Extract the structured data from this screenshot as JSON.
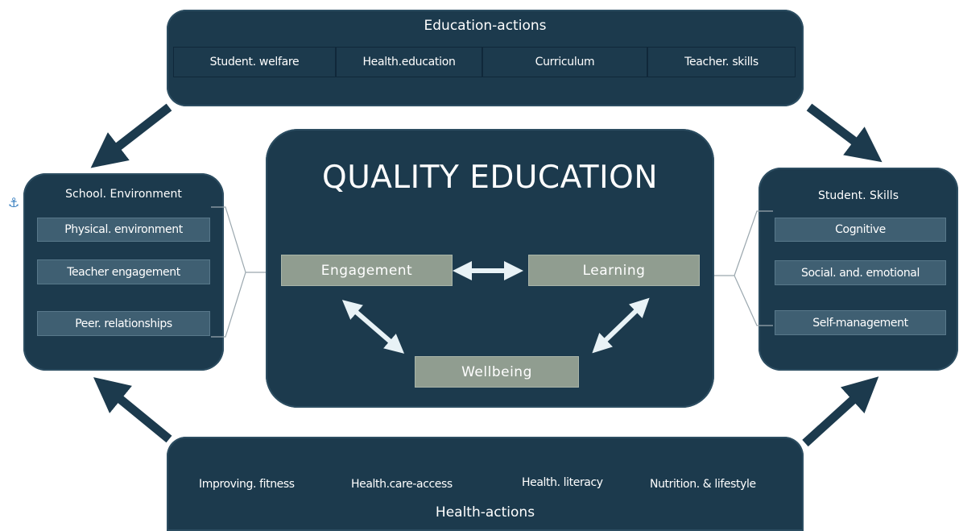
{
  "top": {
    "title": "Education-actions",
    "items": [
      "Student. welfare",
      "Health.education",
      "Curriculum",
      "Teacher. skills"
    ]
  },
  "left": {
    "title": "School. Environment",
    "items": [
      "Physical. environment",
      "Teacher engagement",
      "Peer. relationships"
    ]
  },
  "right": {
    "title": "Student. Skills",
    "items": [
      "Cognitive",
      "Social. and. emotional",
      "Self-management"
    ]
  },
  "center": {
    "title": "QUALITY EDUCATION",
    "engagement": "Engagement",
    "learning": "Learning",
    "wellbeing": "Wellbeing"
  },
  "bottom": {
    "title": "Health-actions",
    "items": [
      "Improving. fitness",
      "Health.care-access",
      "Health. literacy",
      "Nutrition. & lifestyle"
    ]
  },
  "colors": {
    "box": "#1c3a4d",
    "pill": "#3f5f72",
    "quality_box": "#909d90",
    "arrow": "#1c3a4d",
    "inner_arrow": "#e8f2f6"
  }
}
